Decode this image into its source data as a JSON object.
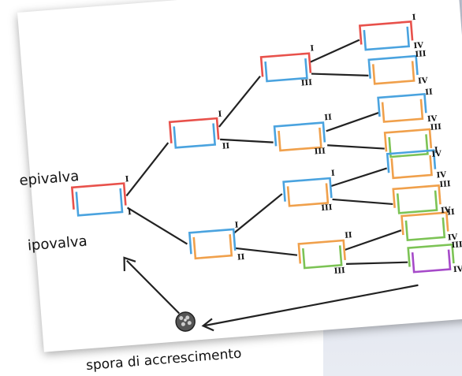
{
  "labels": {
    "epivalva": "epivalva",
    "ipovalva": "ipovalva",
    "spora": "spora di accrescimento"
  },
  "colors": {
    "red": "#e8514b",
    "blue": "#4aa3df",
    "orange": "#f0a04b",
    "green": "#7cc355",
    "purple": "#a64ac9",
    "line": "#222222"
  },
  "romans": {
    "I": "I",
    "II": "II",
    "III": "III",
    "IV": "IV"
  }
}
